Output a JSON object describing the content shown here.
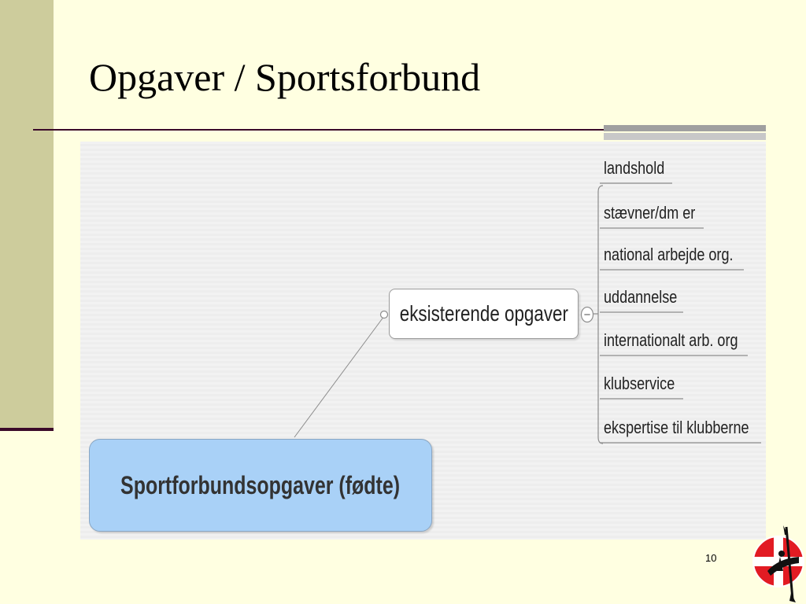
{
  "slide": {
    "title": "Opgaver / Sportsforbund",
    "page_number": "10"
  },
  "diagram": {
    "root": {
      "label": "Sportforbundsopgaver (fødte)"
    },
    "branch": {
      "label": "eksisterende opgaver",
      "collapse_symbol": "−"
    },
    "leaves": [
      {
        "label": "landshold"
      },
      {
        "label": "stævner/dm er"
      },
      {
        "label": "national arbejde org."
      },
      {
        "label": "uddannelse"
      },
      {
        "label": "internationalt arb. org"
      },
      {
        "label": "klubservice"
      },
      {
        "label": "ekspertise til klubberne"
      }
    ]
  },
  "colors": {
    "background": "#FFFFE1",
    "side_bar": "#CDCC9C",
    "rule": "#3B0A2A",
    "root_fill": "#A9D1F7",
    "logo_red": "#E21B23"
  },
  "logo": {
    "icon": "canoe-kayak-federation-logo"
  }
}
